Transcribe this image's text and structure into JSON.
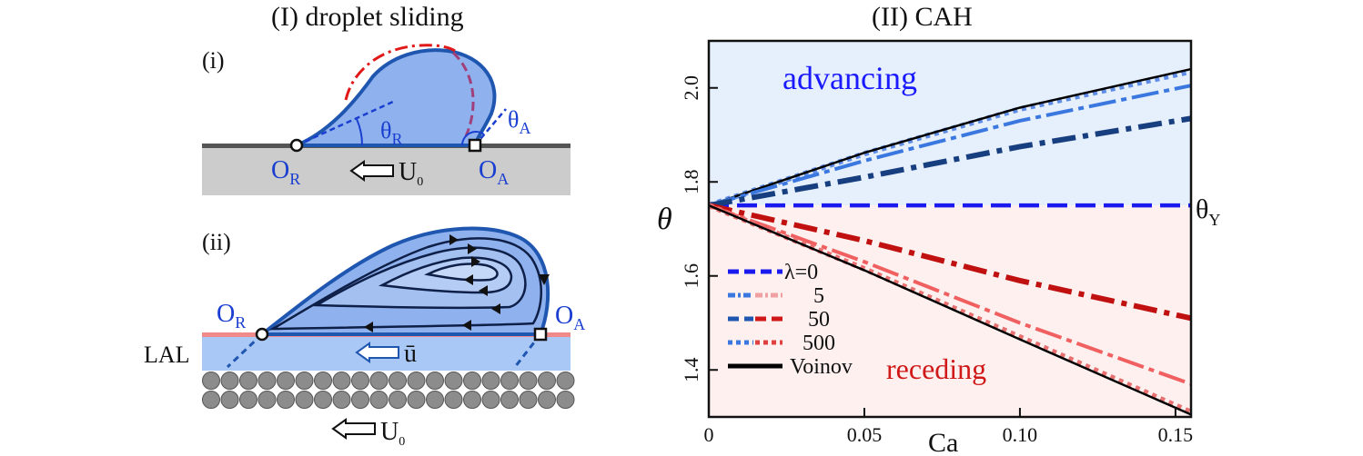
{
  "left_panel": {
    "title": "(I) droplet sliding",
    "sub_i": "(i)",
    "sub_ii": "(ii)",
    "theta_r": "θ",
    "theta_r_sub": "R",
    "theta_a": "θ",
    "theta_a_sub": "A",
    "o_r": "O",
    "o_r_sub": "R",
    "o_a": "O",
    "o_a_sub": "A",
    "u0": "U",
    "u0_sub": "0",
    "ubar": "ū",
    "lal": "LAL",
    "colors": {
      "drop": "#8fb2ee",
      "drop_edge": "#1f56b0",
      "substrate": "#cccccc",
      "lal": "#aac8f5",
      "lal_line": "#f08a8a",
      "ref_red": "#e01818",
      "ref_purple": "#a0407a"
    }
  },
  "right_panel": {
    "title": "(II) CAH",
    "advancing_label": "advancing",
    "receding_label": "receding",
    "theta_y": "θ",
    "theta_y_sub": "Y",
    "colors": {
      "advancing_bg": "#e6effc",
      "receding_bg": "#fdf0ef",
      "advancing_text": "#1a1aff",
      "receding_text": "#d01818"
    }
  },
  "chart_data": {
    "type": "line",
    "xlabel": "Ca",
    "ylabel": "θ",
    "xlim": [
      0,
      0.155
    ],
    "ylim": [
      1.3,
      2.1
    ],
    "xticks": [
      0,
      0.05,
      0.1,
      0.15
    ],
    "xtick_labels": [
      "0",
      "0.05",
      "0.10",
      "0.15"
    ],
    "yticks": [
      1.4,
      1.6,
      1.8,
      2.0
    ],
    "ytick_labels": [
      "1.4",
      "1.6",
      "1.8",
      "2.0"
    ],
    "theta_y_value": 1.75,
    "x": [
      0,
      0.155
    ],
    "legend": [
      {
        "label": "λ=0",
        "color": "#1a1aee",
        "style": "dash"
      },
      {
        "label": "5",
        "color": "#3a78e0",
        "color2": "#f0a0a0",
        "style": "dashdot-fine"
      },
      {
        "label": "50",
        "color": "#1f56b0",
        "color2": "#d01818",
        "style": "dash"
      },
      {
        "label": "500",
        "color": "#3a78e0",
        "color2": "#e04040",
        "style": "dot"
      },
      {
        "label": "Voinov",
        "color": "#000000",
        "style": "solid"
      }
    ],
    "series": [
      {
        "branch": "theta_Y",
        "color": "#1a1aee",
        "points": [
          [
            0,
            1.75
          ],
          [
            0.155,
            1.75
          ]
        ]
      },
      {
        "branch": "advancing",
        "lambda": "500",
        "color": "#5f8de6",
        "points": [
          [
            0,
            1.75
          ],
          [
            0.05,
            1.86
          ],
          [
            0.1,
            1.955
          ],
          [
            0.155,
            2.035
          ]
        ]
      },
      {
        "branch": "advancing",
        "lambda": "Voinov",
        "color": "#000000",
        "points": [
          [
            0,
            1.75
          ],
          [
            0.05,
            1.862
          ],
          [
            0.1,
            1.958
          ],
          [
            0.155,
            2.04
          ]
        ]
      },
      {
        "branch": "advancing",
        "lambda": "5",
        "color": "#3a78e0",
        "points": [
          [
            0,
            1.75
          ],
          [
            0.05,
            1.845
          ],
          [
            0.1,
            1.93
          ],
          [
            0.155,
            2.005
          ]
        ]
      },
      {
        "branch": "advancing",
        "lambda": "50",
        "color": "#173f80",
        "points": [
          [
            0,
            1.75
          ],
          [
            0.05,
            1.81
          ],
          [
            0.1,
            1.875
          ],
          [
            0.155,
            1.935
          ]
        ]
      },
      {
        "branch": "receding",
        "lambda": "50",
        "color": "#c01010",
        "points": [
          [
            0,
            1.75
          ],
          [
            0.05,
            1.675
          ],
          [
            0.1,
            1.59
          ],
          [
            0.155,
            1.51
          ]
        ]
      },
      {
        "branch": "receding",
        "lambda": "5",
        "color": "#f06060",
        "points": [
          [
            0,
            1.75
          ],
          [
            0.05,
            1.63
          ],
          [
            0.1,
            1.5
          ],
          [
            0.155,
            1.37
          ]
        ]
      },
      {
        "branch": "receding",
        "lambda": "500",
        "color": "#e87070",
        "points": [
          [
            0,
            1.75
          ],
          [
            0.05,
            1.615
          ],
          [
            0.1,
            1.47
          ],
          [
            0.155,
            1.31
          ]
        ]
      },
      {
        "branch": "receding",
        "lambda": "Voinov",
        "color": "#000000",
        "points": [
          [
            0,
            1.75
          ],
          [
            0.05,
            1.612
          ],
          [
            0.1,
            1.465
          ],
          [
            0.155,
            1.305
          ]
        ]
      }
    ]
  }
}
